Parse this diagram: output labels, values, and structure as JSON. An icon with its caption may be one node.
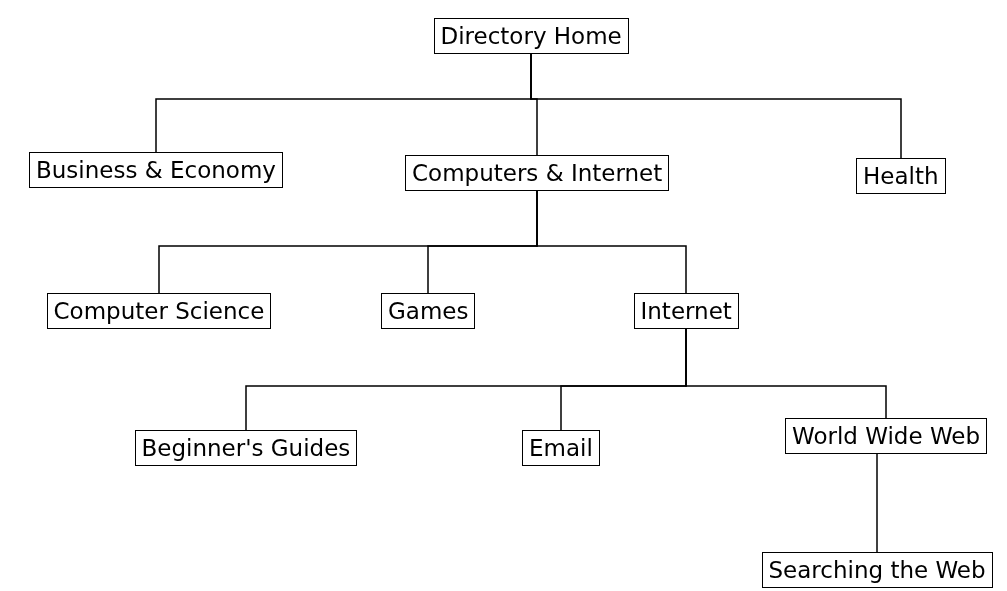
{
  "diagram": {
    "nodes": [
      {
        "text": [
          "Directory Home"
        ]
      },
      {
        "text": [
          "Business & Economy"
        ]
      },
      {
        "text": [
          "Computers & Internet"
        ]
      },
      {
        "text": [
          "Health"
        ]
      },
      {
        "text": [
          "Computer Science"
        ]
      },
      {
        "text": [
          "Games"
        ]
      },
      {
        "text": [
          "Internet"
        ]
      },
      {
        "text": [
          "Beginner's Guides"
        ]
      },
      {
        "text": [
          "Email"
        ]
      },
      {
        "text": [
          "World Wide Web"
        ]
      },
      {
        "text": [
          "Searching the Web"
        ]
      }
    ],
    "edges": [
      {
        "from": 0,
        "to": 1,
        "arrow": "none"
      },
      {
        "from": 0,
        "to": 2,
        "arrow": "none"
      },
      {
        "from": 0,
        "to": 3,
        "arrow": "none"
      },
      {
        "from": 2,
        "to": 4,
        "arrow": "none"
      },
      {
        "from": 2,
        "to": 5,
        "arrow": "none"
      },
      {
        "from": 2,
        "to": 6,
        "arrow": "none"
      },
      {
        "from": 6,
        "to": 7,
        "arrow": "none"
      },
      {
        "from": 6,
        "to": 8,
        "arrow": "none"
      },
      {
        "from": 6,
        "to": 9,
        "arrow": "none"
      },
      {
        "from": 9,
        "to": 10,
        "arrow": "none"
      }
    ]
  }
}
